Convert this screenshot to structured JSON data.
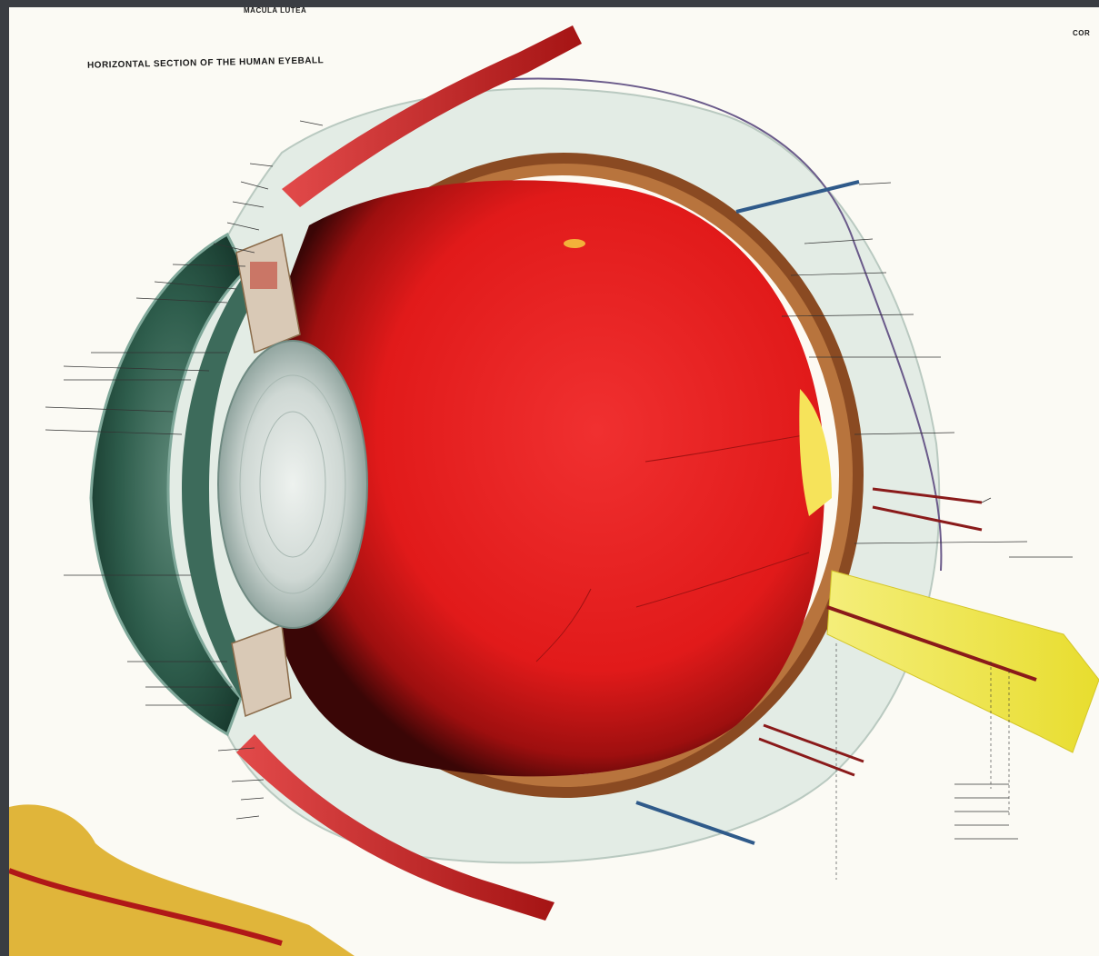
{
  "diagram": {
    "title": "HORIZONTAL SECTION OF THE HUMAN EYEBALL",
    "top_label": "MACULA LUTEA",
    "corner_label": "COR",
    "colors": {
      "background": "#fbfaf4",
      "vitreous": "#e21b1b",
      "sclera": "#dfe9e1",
      "choroid": "#8a4a22",
      "lens": "#c9d3cf",
      "cornea": "#2d5a4a",
      "optic_nerve": "#ece35a",
      "muscle": "#c82a2a"
    }
  }
}
